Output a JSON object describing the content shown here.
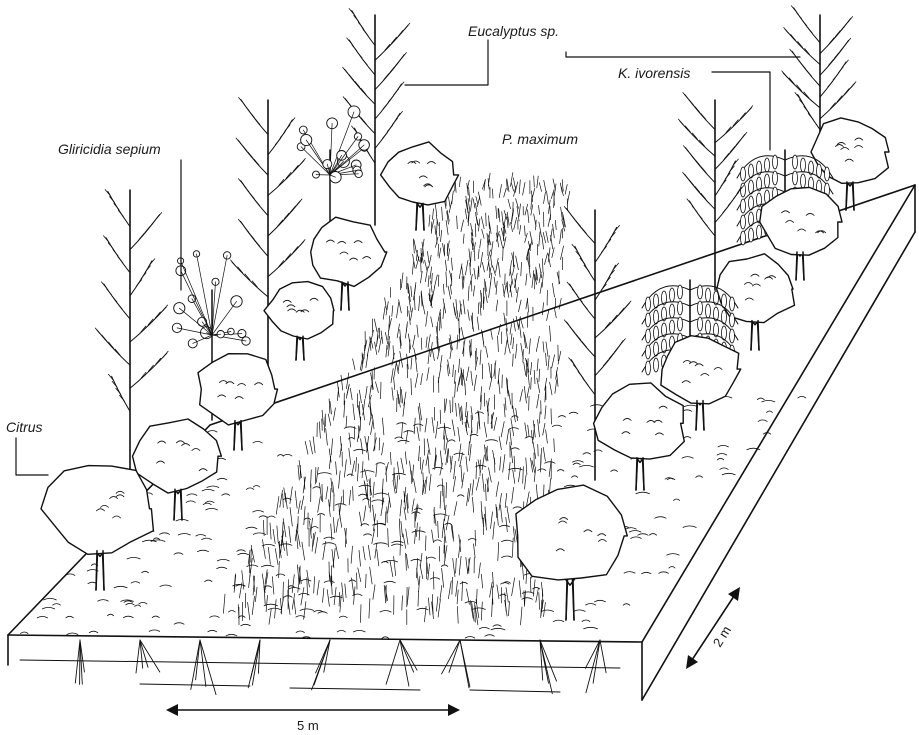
{
  "labels": {
    "eucalyptus": "Eucalyptus sp.",
    "khaya": "K. ivorensis",
    "panicum": "P. maximum",
    "gliricidia": "Gliricidia sepium",
    "citrus": "Citrus"
  },
  "dimensions": {
    "length": "5 m",
    "width": "2 m"
  },
  "colors": {
    "ink": "#111111",
    "paper": "#ffffff"
  }
}
